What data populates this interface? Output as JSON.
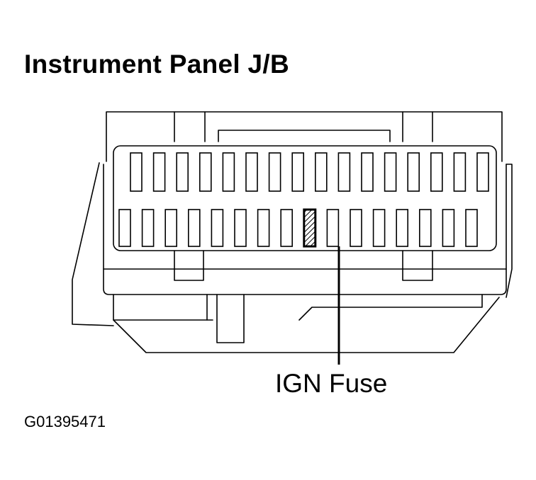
{
  "title": "Instrument Panel J/B",
  "callout_label": "IGN Fuse",
  "figure_code": "G01395471",
  "fuse_rows": {
    "top_count": 16,
    "bottom_count": 16,
    "highlighted_bottom_index": 8
  },
  "colors": {
    "line": "#000000",
    "background": "#ffffff"
  }
}
